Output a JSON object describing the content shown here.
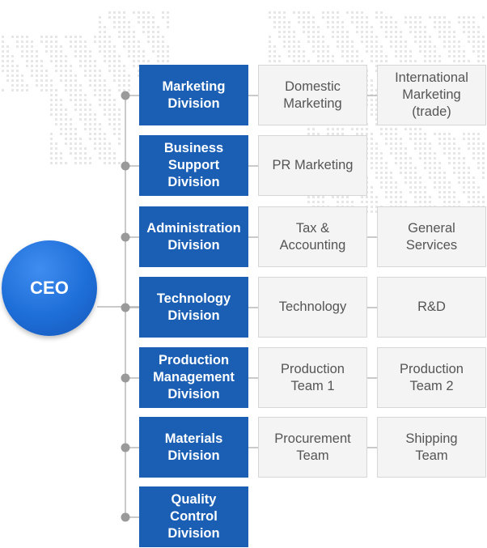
{
  "ceo": {
    "label": "CEO"
  },
  "colors": {
    "division": "#1a5fb4",
    "ceo": "#1e6ed8",
    "team_bg": "#f4f4f4",
    "connector": "#b8b8b8"
  },
  "rows": [
    {
      "division": "Marketing\nDivision",
      "teams": [
        "Domestic\nMarketing",
        "International\nMarketing\n(trade)"
      ]
    },
    {
      "division": "Business\nSupport\nDivision",
      "teams": [
        "PR Marketing"
      ]
    },
    {
      "division": "Administration\nDivision",
      "teams": [
        "Tax &\nAccounting",
        "General\nServices"
      ]
    },
    {
      "division": "Technology\nDivision",
      "teams": [
        "Technology",
        "R&D"
      ]
    },
    {
      "division": "Production\nManagement\nDivision",
      "teams": [
        "Production\nTeam 1",
        "Production\nTeam 2"
      ]
    },
    {
      "division": "Materials\nDivision",
      "teams": [
        "Procurement\nTeam",
        "Shipping\nTeam"
      ]
    },
    {
      "division": "Quality\nControl\nDivision",
      "teams": []
    }
  ]
}
